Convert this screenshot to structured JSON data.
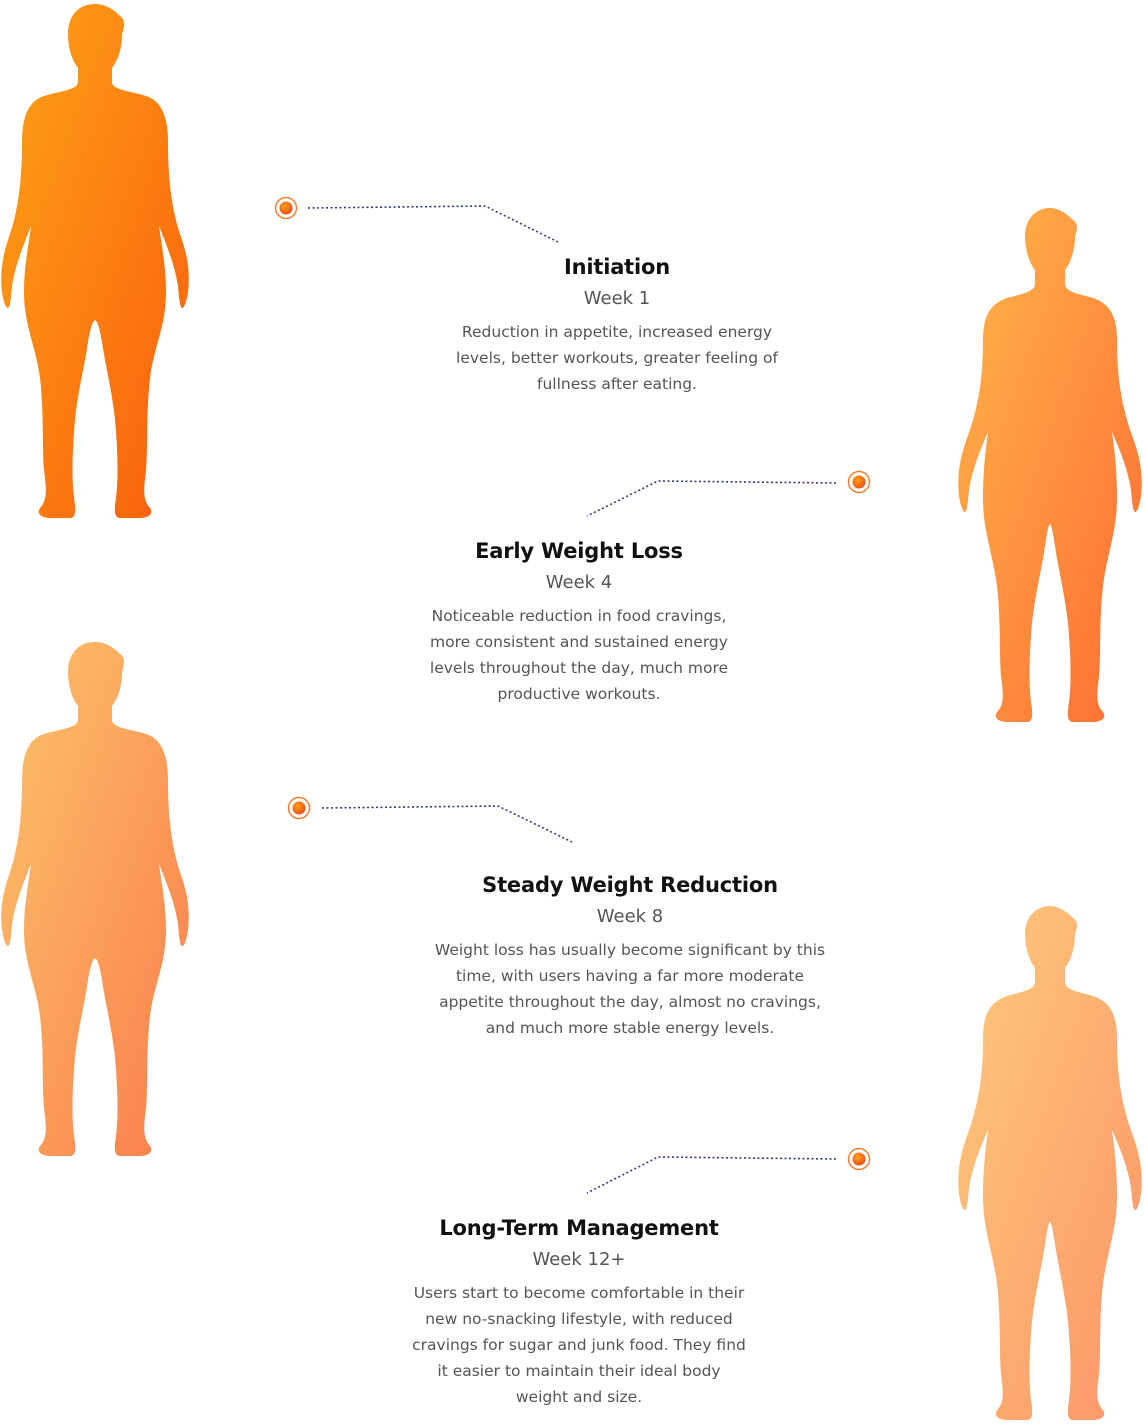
{
  "colors": {
    "dot_ring": "#f47a2a",
    "dot_fill_start": "#f9a11b",
    "dot_fill_end": "#ef4a12",
    "connector": "#2e3a86"
  },
  "figures": [
    {
      "name": "silhouette-large-1",
      "gradient": [
        "#fda317",
        "#fa5d0c"
      ]
    },
    {
      "name": "silhouette-slim-1",
      "gradient": [
        "#ffb64a",
        "#fe6c33"
      ]
    },
    {
      "name": "silhouette-large-2",
      "gradient": [
        "#fbc46c",
        "#fb7c4a"
      ]
    },
    {
      "name": "silhouette-slim-2",
      "gradient": [
        "#fecb7c",
        "#fb9468"
      ]
    }
  ],
  "stages": [
    {
      "title": "Initiation",
      "week": "Week 1",
      "description": "Reduction in appetite, increased energy levels, better workouts, greater feeling of fullness after eating."
    },
    {
      "title": "Early Weight Loss",
      "week": "Week 4",
      "description": "Noticeable reduction in food cravings, more consistent and sustained energy levels throughout the day, much more productive workouts."
    },
    {
      "title": "Steady Weight Reduction",
      "week": "Week 8",
      "description": "Weight loss has usually become significant by this time, with users having a far more moderate appetite throughout the day, almost no cravings, and much more stable energy levels."
    },
    {
      "title": "Long-Term Management",
      "week": "Week 12+",
      "description": "Users start to become comfortable in their new no-snacking lifestyle, with reduced cravings for sugar and junk food. They find it easier to maintain their ideal body weight and size."
    }
  ]
}
